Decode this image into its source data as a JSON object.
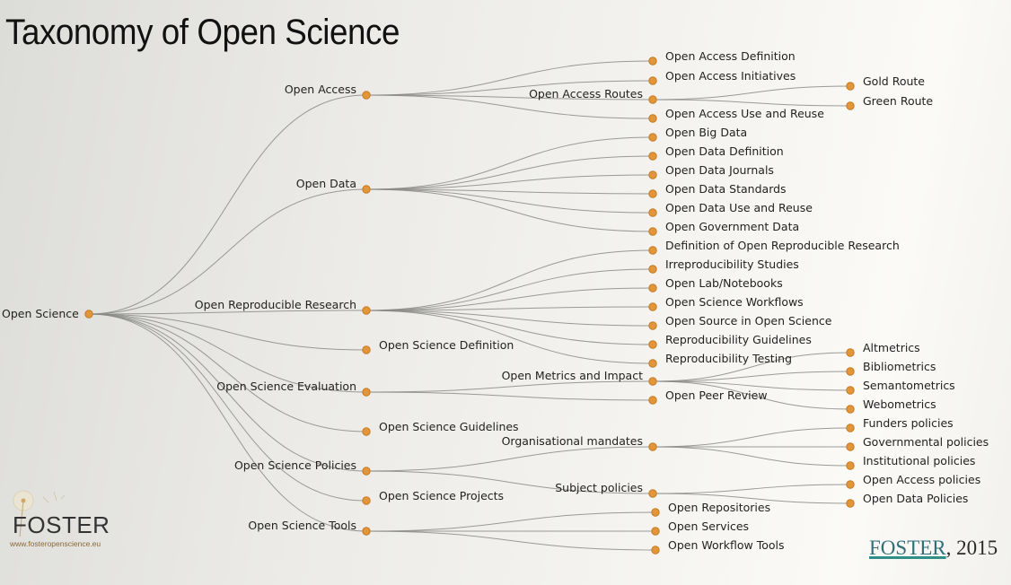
{
  "title": "Taxonomy of Open Science",
  "colors": {
    "node": "#e3953a",
    "edge": "#8a8a86",
    "credit_link": "#2f6f78"
  },
  "tree": {
    "label": "Open Science",
    "children": [
      {
        "label": "Open Access",
        "children": [
          {
            "label": "Open Access Definition"
          },
          {
            "label": "Open Access Initiatives"
          },
          {
            "label": "Open Access Routes",
            "children": [
              {
                "label": "Gold Route"
              },
              {
                "label": "Green Route"
              }
            ]
          },
          {
            "label": "Open Access Use and Reuse"
          }
        ]
      },
      {
        "label": "Open Data",
        "children": [
          {
            "label": "Open Big Data"
          },
          {
            "label": "Open Data Definition"
          },
          {
            "label": "Open Data Journals"
          },
          {
            "label": "Open Data Standards"
          },
          {
            "label": "Open Data Use and Reuse"
          },
          {
            "label": "Open Government Data"
          }
        ]
      },
      {
        "label": "Open Reproducible Research",
        "children": [
          {
            "label": "Definition of Open Reproducible Research"
          },
          {
            "label": "Irreproducibility Studies"
          },
          {
            "label": "Open Lab/Notebooks"
          },
          {
            "label": "Open Science Workflows"
          },
          {
            "label": "Open Source in Open Science"
          },
          {
            "label": "Reproducibility Guidelines"
          },
          {
            "label": "Reproducibility Testing"
          }
        ]
      },
      {
        "label": "Open Science Definition"
      },
      {
        "label": "Open Science Evaluation",
        "children": [
          {
            "label": "Open Metrics and Impact",
            "children": [
              {
                "label": "Altmetrics"
              },
              {
                "label": "Bibliometrics"
              },
              {
                "label": "Semantometrics"
              },
              {
                "label": "Webometrics"
              }
            ]
          },
          {
            "label": "Open Peer Review"
          }
        ]
      },
      {
        "label": "Open Science Guidelines"
      },
      {
        "label": "Open Science Policies",
        "children": [
          {
            "label": "Organisational mandates",
            "children": [
              {
                "label": "Funders policies"
              },
              {
                "label": "Governmental policies"
              },
              {
                "label": "Institutional policies"
              }
            ]
          },
          {
            "label": "Subject policies",
            "children": [
              {
                "label": "Open Access policies"
              },
              {
                "label": "Open Data Policies"
              }
            ]
          }
        ]
      },
      {
        "label": "Open Science Projects"
      },
      {
        "label": "Open Science Tools",
        "children": [
          {
            "label": "Open Repositories"
          },
          {
            "label": "Open Services"
          },
          {
            "label": "Open Workflow Tools"
          }
        ]
      }
    ]
  },
  "logo": {
    "name": "FOSTER",
    "url": "www.fosteropenscience.eu"
  },
  "credit": {
    "link_text": "FOSTER",
    "suffix": ", 2015"
  }
}
